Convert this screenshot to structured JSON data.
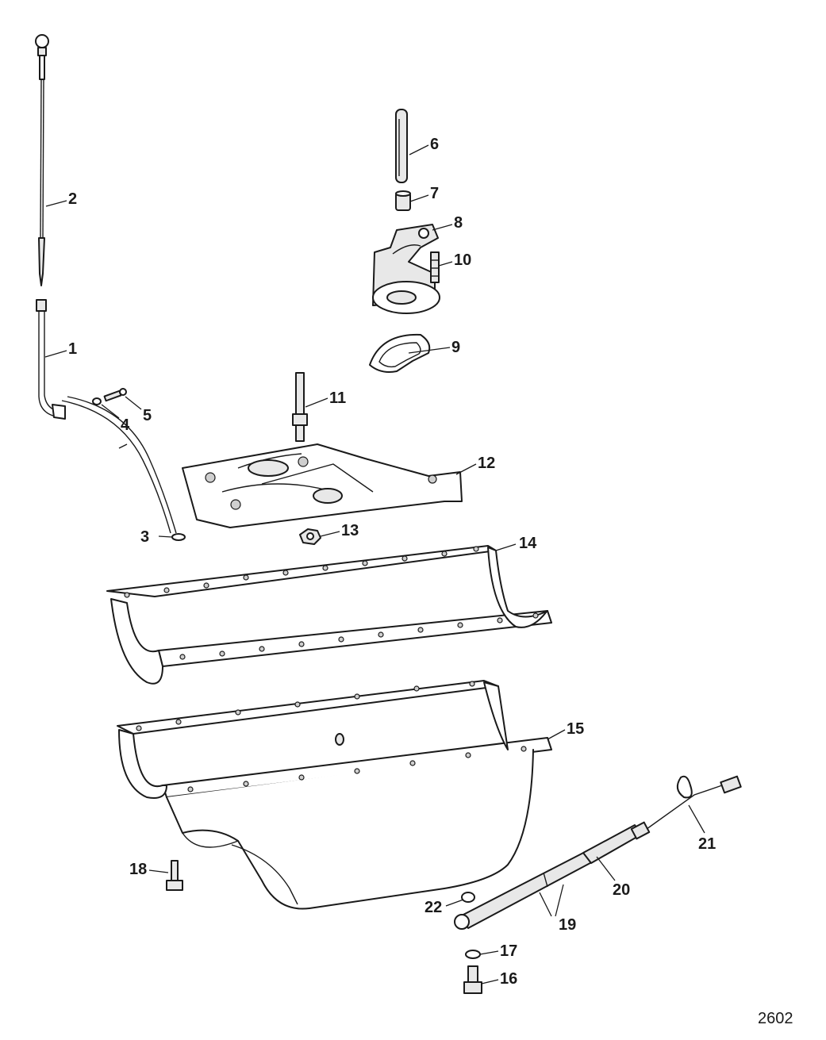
{
  "figure_id": "2602",
  "callouts": {
    "c1": "1",
    "c2": "2",
    "c3": "3",
    "c4": "4",
    "c5": "5",
    "c6": "6",
    "c7": "7",
    "c8": "8",
    "c9": "9",
    "c10": "10",
    "c11": "11",
    "c12": "12",
    "c13": "13",
    "c14": "14",
    "c15": "15",
    "c16": "16",
    "c17": "17",
    "c18": "18",
    "c19": "19",
    "c20": "20",
    "c21": "21",
    "c22": "22"
  }
}
